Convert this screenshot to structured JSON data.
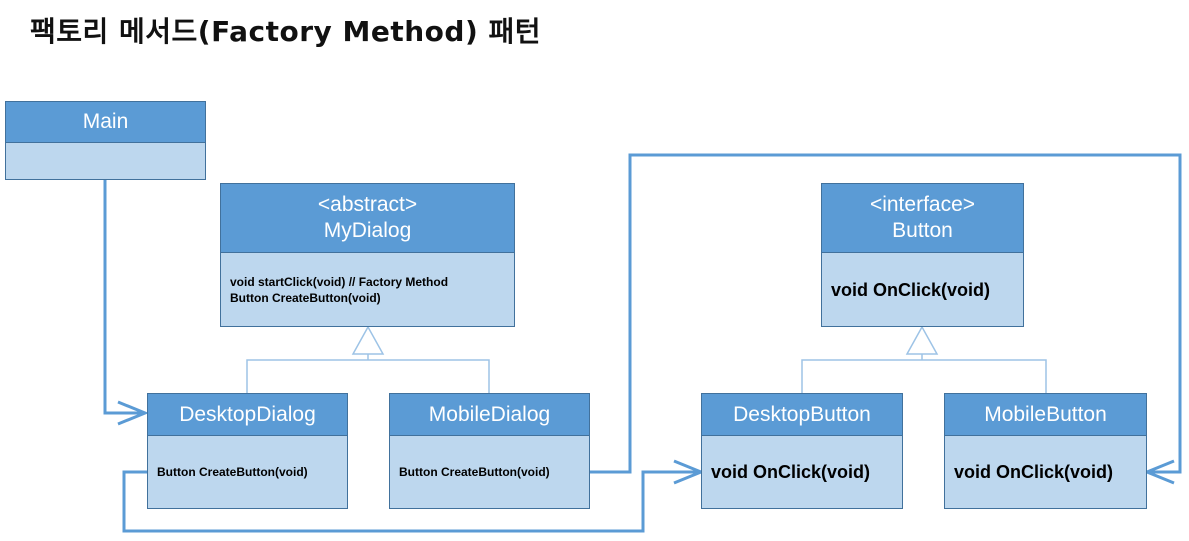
{
  "title": "팩토리 메서드(Factory Method) 패턴",
  "classes": {
    "main": {
      "name": "Main"
    },
    "my_dialog": {
      "stereotype": "<abstract>",
      "name": "MyDialog",
      "methods": [
        "void startClick(void) // Factory Method",
        "Button CreateButton(void)"
      ]
    },
    "button": {
      "stereotype": "<interface>",
      "name": "Button",
      "methods": [
        "void OnClick(void)"
      ]
    },
    "desktop_dialog": {
      "name": "DesktopDialog",
      "methods": [
        "Button CreateButton(void)"
      ]
    },
    "mobile_dialog": {
      "name": "MobileDialog",
      "methods": [
        "Button CreateButton(void)"
      ]
    },
    "desktop_button": {
      "name": "DesktopButton",
      "methods": [
        "void OnClick(void)"
      ]
    },
    "mobile_button": {
      "name": "MobileButton",
      "methods": [
        "void OnClick(void)"
      ]
    }
  },
  "colors": {
    "header": "#5b9bd5",
    "body": "#bdd7ee",
    "connector": "#5b9bd5"
  }
}
